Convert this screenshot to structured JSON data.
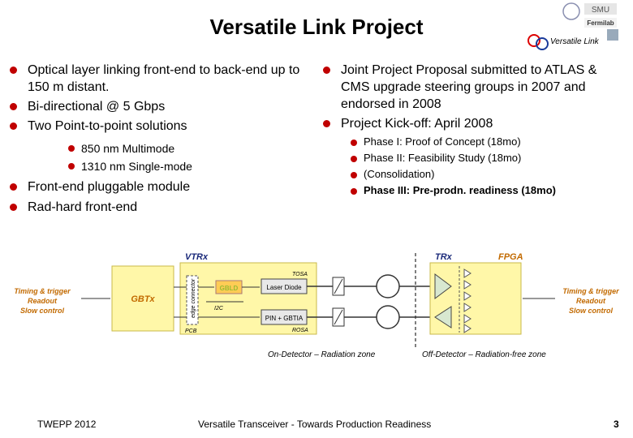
{
  "slide": {
    "title": "Versatile Link Project",
    "logo_caption": "Versatile Link",
    "left_bullets": [
      "Optical layer linking front-end to back-end up to 150 m distant.",
      "Bi-directional @ 5 Gbps",
      "Two Point-to-point solutions"
    ],
    "left_sub_bullets": [
      "850 nm Multimode",
      "1310 nm Single-mode"
    ],
    "left_bullets_2": [
      "Front-end pluggable module",
      "Rad-hard front-end"
    ],
    "right_bullets": [
      "Joint Project Proposal submitted to ATLAS & CMS upgrade steering groups in 2007 and endorsed in 2008",
      "Project Kick-off: April 2008"
    ],
    "right_sub_bullets": [
      "Phase I: Proof of Concept (18mo)",
      "Phase II: Feasibility Study (18mo)",
      "(Consolidation)",
      "Phase III: Pre-prodn. readiness (18mo)"
    ]
  },
  "diagram": {
    "vtrx": "VTRx",
    "trx": "TRx",
    "fpga": "FPGA",
    "gbtx": "GBTx",
    "tosa": "TOSA",
    "rosa": "ROSA",
    "pcb": "PCB",
    "gbld": "GBLD",
    "i2c": "I2C",
    "laser_diode": "Laser Diode",
    "pin_gbtia": "PIN + GBTIA",
    "edge_connector": "edge connector",
    "left_label": [
      "Timing & trigger",
      "Readout",
      "Slow control"
    ],
    "right_label": [
      "Timing & trigger",
      "Readout",
      "Slow control"
    ],
    "on_detector": "On-Detector – Radiation zone",
    "off_detector": "Off-Detector – Radiation-free zone"
  },
  "footer": {
    "left": "TWEPP 2012",
    "center": "Versatile Transceiver - Towards Production Readiness",
    "page": "3"
  },
  "colors": {
    "bullet": "#c00000",
    "diagram_fill": "#fff7a8",
    "diagram_label": "#c26a00",
    "laser_fill": "#e8e8e8",
    "gbld_fill": "#ffcc55",
    "blue_text": "#1b2a7a"
  }
}
